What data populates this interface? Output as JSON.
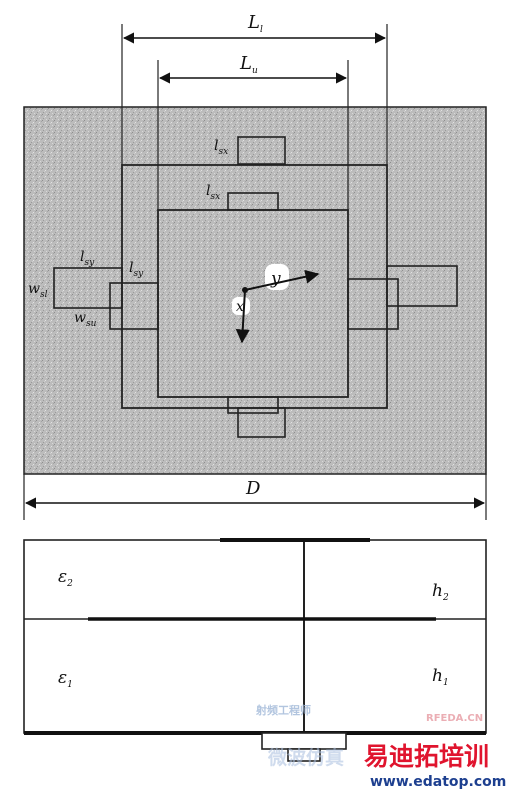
{
  "labels": {
    "Ll": {
      "main": "L",
      "sub": "l"
    },
    "Lu": {
      "main": "L",
      "sub": "u"
    },
    "D": "D",
    "lsx_top": {
      "main": "l",
      "sub": "sx"
    },
    "lsx_inner": {
      "main": "l",
      "sub": "sx"
    },
    "lsy_outer": {
      "main": "l",
      "sub": "sy"
    },
    "lsy_inner": {
      "main": "l",
      "sub": "sy"
    },
    "wsl": {
      "main": "w",
      "sub": "sl"
    },
    "wsu": {
      "main": "w",
      "sub": "su"
    },
    "axis_y": "y",
    "axis_x": "x",
    "eps2": {
      "main": "ε",
      "sub": "2"
    },
    "eps1": {
      "main": "ε",
      "sub": "1"
    },
    "h2": {
      "main": "h",
      "sub": "2"
    },
    "h1": {
      "main": "h",
      "sub": "1"
    }
  },
  "watermark": {
    "brand": "易迪拓培训",
    "site": "www.edatop.com",
    "cn_light": "射频工程师",
    "en_light": "RFEDA.CN",
    "faint": "微波仿真"
  },
  "colors": {
    "substrate": "#bdbdbd",
    "line": "#1a1a1a",
    "brand": "#e0142e",
    "site": "#1d3f8f"
  }
}
